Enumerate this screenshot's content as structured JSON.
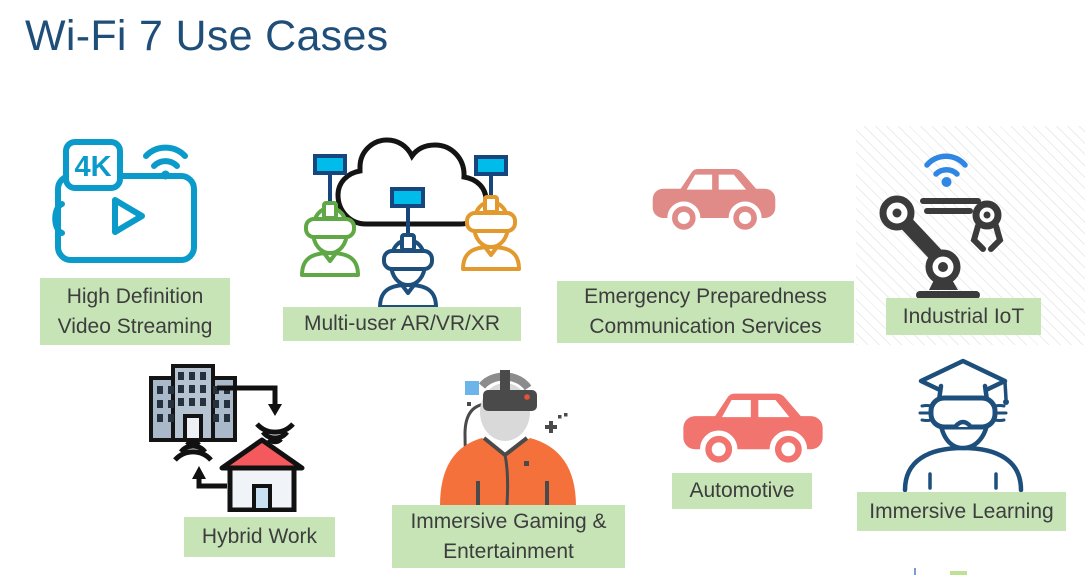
{
  "title": "Wi-Fi 7 Use Cases",
  "hd_badge": "4K",
  "colors": {
    "title_text": "#1F4E79",
    "label_background": "#C7E4B7",
    "label_text": "#3D3D3D",
    "teal": "#0A9BCB",
    "cloud_outline": "#141414",
    "connector_cyan": "#00BCEB",
    "connector_navy": "#17457E",
    "person_green": "#5FA845",
    "person_navy": "#1D4F7C",
    "person_orange": "#E29A2E",
    "car_salmon": "#E08B88",
    "car_coral": "#F1746E",
    "robot_gray": "#3B3B3B",
    "wifi_blue": "#2F86E3",
    "building_gray": "#A9B9C9",
    "roof_red": "#F4595D",
    "shirt_orange": "#F5713B",
    "headset_gray": "#4A4A4A"
  },
  "use_cases": [
    {
      "id": "hd-video-streaming",
      "icon": "4k-video-streaming-icon",
      "lines": [
        "High Definition",
        "Video Streaming"
      ]
    },
    {
      "id": "multi-user-ar-vr-xr",
      "icon": "multi-user-vr-cloud-icon",
      "lines": [
        "Multi-user AR/VR/XR"
      ]
    },
    {
      "id": "emergency-preparedness",
      "icon": "car-icon",
      "lines": [
        "Emergency Preparedness",
        "Communication Services"
      ]
    },
    {
      "id": "industrial-iot",
      "icon": "robot-arm-wifi-icon",
      "lines": [
        "Industrial IoT"
      ]
    },
    {
      "id": "hybrid-work",
      "icon": "office-home-wifi-icon",
      "lines": [
        "Hybrid Work"
      ]
    },
    {
      "id": "immersive-gaming",
      "icon": "vr-gamer-icon",
      "lines": [
        "Immersive Gaming &",
        "Entertainment"
      ]
    },
    {
      "id": "automotive",
      "icon": "car-icon",
      "lines": [
        "Automotive"
      ]
    },
    {
      "id": "immersive-learning",
      "icon": "vr-graduate-icon",
      "lines": [
        "Immersive Learning"
      ]
    }
  ]
}
